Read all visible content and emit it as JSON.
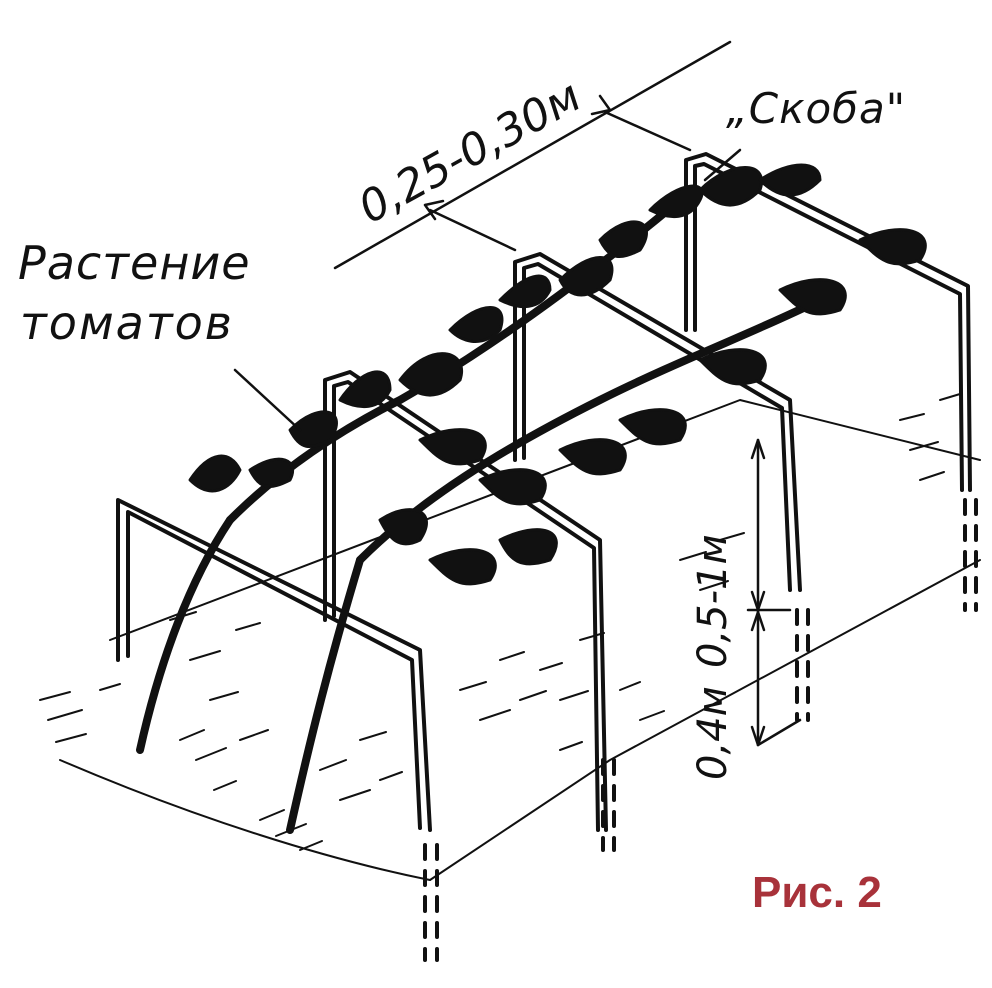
{
  "labels": {
    "plant_line1": "Растение",
    "plant_line2": "томатов",
    "bracket": "„Скоба\"",
    "spacing": "0,25-0,30м",
    "height_ground": "0,4м",
    "height_depth": "0,5-1м",
    "figure": "Рис. 2"
  },
  "colors": {
    "ink": "#111111",
    "figure_label": "#a8323a",
    "background": "#ffffff"
  }
}
